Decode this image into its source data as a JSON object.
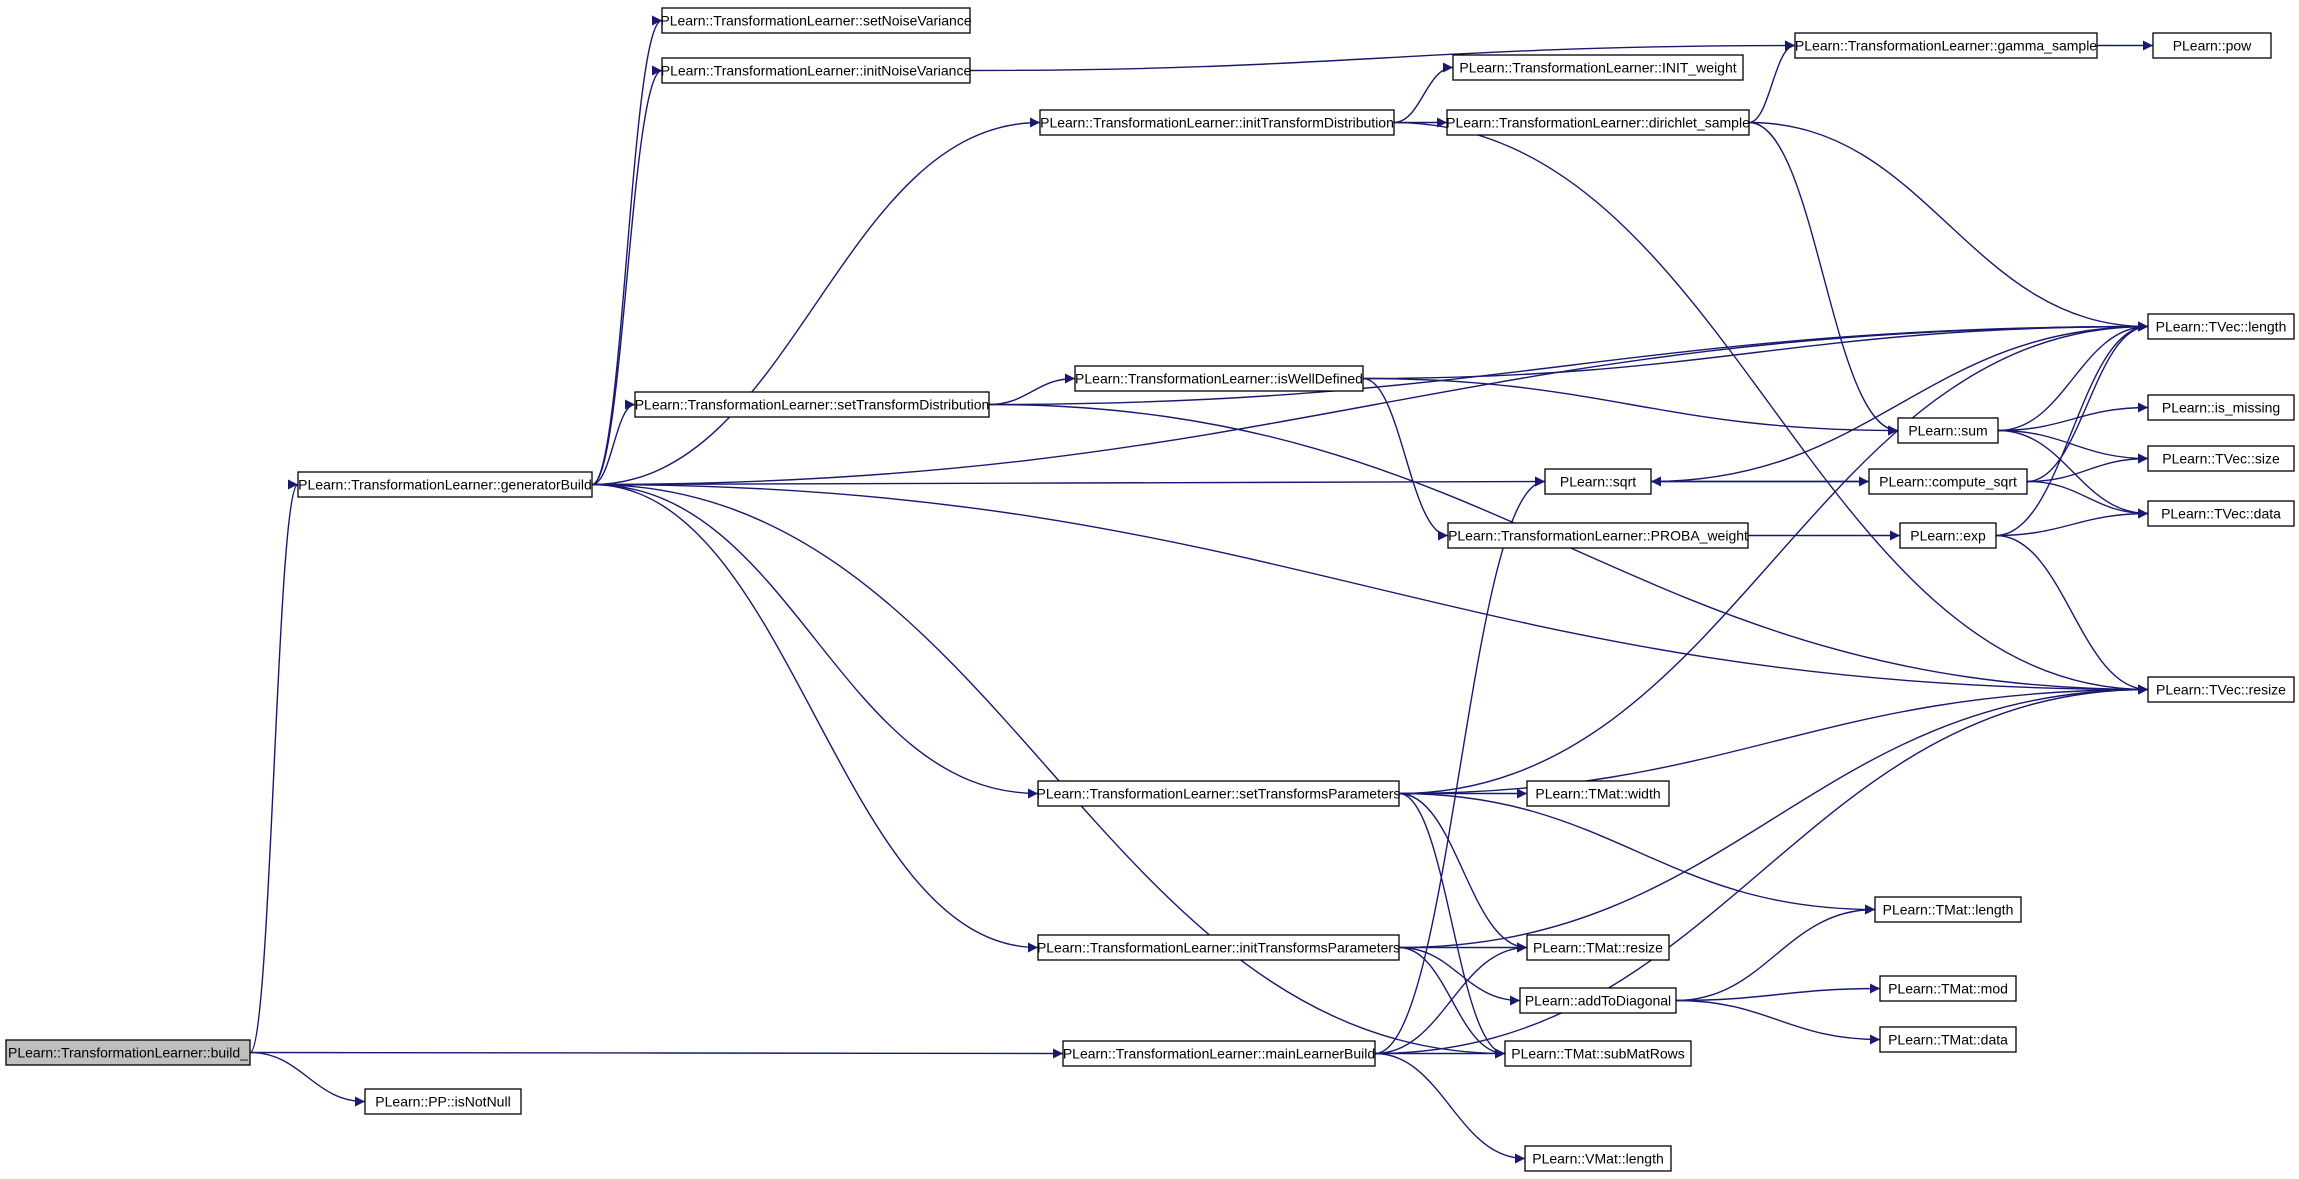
{
  "graph": {
    "colors": {
      "edge": "#191970",
      "node_fill": "#ffffff",
      "root_fill": "#bfbfbf",
      "border": "#000000"
    },
    "nodes": {
      "build": "PLearn::TransformationLearner::build_",
      "generatorBuild": "PLearn::TransformationLearner::generatorBuild",
      "isNotNull": "PLearn::PP::isNotNull",
      "mainLearnerBuild": "PLearn::TransformationLearner::mainLearnerBuild",
      "setNoiseVariance": "PLearn::TransformationLearner::setNoiseVariance",
      "initNoiseVariance": "PLearn::TransformationLearner::initNoiseVariance",
      "initTransformDistribution": "PLearn::TransformationLearner::initTransformDistribution",
      "setTransformDistribution": "PLearn::TransformationLearner::setTransformDistribution",
      "setTransformsParameters": "PLearn::TransformationLearner::setTransformsParameters",
      "initTransformsParameters": "PLearn::TransformationLearner::initTransformsParameters",
      "INIT_weight": "PLearn::TransformationLearner::INIT_weight",
      "dirichlet_sample": "PLearn::TransformationLearner::dirichlet_sample",
      "isWellDefined": "PLearn::TransformationLearner::isWellDefined",
      "PROBA_weight": "PLearn::TransformationLearner::PROBA_weight",
      "gamma_sample": "PLearn::TransformationLearner::gamma_sample",
      "pow": "PLearn::pow",
      "sqrt": "PLearn::sqrt",
      "compute_sqrt": "PLearn::compute_sqrt",
      "sum": "PLearn::sum",
      "exp": "PLearn::exp",
      "tvec_length": "PLearn::TVec::length",
      "is_missing": "PLearn::is_missing",
      "tvec_size": "PLearn::TVec::size",
      "tvec_data": "PLearn::TVec::data",
      "tvec_resize": "PLearn::TVec::resize",
      "tmat_width": "PLearn::TMat::width",
      "tmat_length": "PLearn::TMat::length",
      "tmat_resize": "PLearn::TMat::resize",
      "addToDiagonal": "PLearn::addToDiagonal",
      "tmat_mod": "PLearn::TMat::mod",
      "tmat_data": "PLearn::TMat::data",
      "tmat_subMatRows": "PLearn::TMat::subMatRows",
      "vmat_length": "PLearn::VMat::length"
    },
    "edges": [
      [
        "build",
        "generatorBuild"
      ],
      [
        "build",
        "isNotNull"
      ],
      [
        "build",
        "mainLearnerBuild"
      ],
      [
        "generatorBuild",
        "setNoiseVariance"
      ],
      [
        "generatorBuild",
        "initNoiseVariance"
      ],
      [
        "generatorBuild",
        "initTransformDistribution"
      ],
      [
        "generatorBuild",
        "tvec_length"
      ],
      [
        "generatorBuild",
        "setTransformDistribution"
      ],
      [
        "generatorBuild",
        "sqrt"
      ],
      [
        "generatorBuild",
        "tvec_resize"
      ],
      [
        "generatorBuild",
        "setTransformsParameters"
      ],
      [
        "generatorBuild",
        "initTransformsParameters"
      ],
      [
        "generatorBuild",
        "tmat_subMatRows"
      ],
      [
        "initNoiseVariance",
        "gamma_sample"
      ],
      [
        "gamma_sample",
        "pow"
      ],
      [
        "initTransformDistribution",
        "INIT_weight"
      ],
      [
        "initTransformDistribution",
        "dirichlet_sample"
      ],
      [
        "initTransformDistribution",
        "tvec_resize"
      ],
      [
        "dirichlet_sample",
        "gamma_sample"
      ],
      [
        "dirichlet_sample",
        "tvec_length"
      ],
      [
        "dirichlet_sample",
        "sum"
      ],
      [
        "setTransformDistribution",
        "isWellDefined"
      ],
      [
        "setTransformDistribution",
        "tvec_length"
      ],
      [
        "setTransformDistribution",
        "tvec_resize"
      ],
      [
        "isWellDefined",
        "tvec_length"
      ],
      [
        "isWellDefined",
        "sum"
      ],
      [
        "isWellDefined",
        "PROBA_weight"
      ],
      [
        "PROBA_weight",
        "exp"
      ],
      [
        "sum",
        "tvec_length"
      ],
      [
        "sum",
        "is_missing"
      ],
      [
        "sum",
        "tvec_size"
      ],
      [
        "sum",
        "tvec_data"
      ],
      [
        "sqrt",
        "tvec_length"
      ],
      [
        "sqrt",
        "compute_sqrt"
      ],
      [
        "compute_sqrt",
        "sqrt"
      ],
      [
        "compute_sqrt",
        "tvec_length"
      ],
      [
        "compute_sqrt",
        "tvec_size"
      ],
      [
        "compute_sqrt",
        "tvec_data"
      ],
      [
        "exp",
        "tvec_length"
      ],
      [
        "exp",
        "tvec_data"
      ],
      [
        "exp",
        "tvec_resize"
      ],
      [
        "setTransformsParameters",
        "tvec_length"
      ],
      [
        "setTransformsParameters",
        "tvec_resize"
      ],
      [
        "setTransformsParameters",
        "tmat_width"
      ],
      [
        "setTransformsParameters",
        "tmat_length"
      ],
      [
        "setTransformsParameters",
        "tmat_resize"
      ],
      [
        "setTransformsParameters",
        "tmat_subMatRows"
      ],
      [
        "initTransformsParameters",
        "tvec_resize"
      ],
      [
        "initTransformsParameters",
        "tmat_resize"
      ],
      [
        "initTransformsParameters",
        "addToDiagonal"
      ],
      [
        "initTransformsParameters",
        "tmat_subMatRows"
      ],
      [
        "addToDiagonal",
        "tmat_length"
      ],
      [
        "addToDiagonal",
        "tmat_mod"
      ],
      [
        "addToDiagonal",
        "tmat_data"
      ],
      [
        "mainLearnerBuild",
        "tmat_resize"
      ],
      [
        "mainLearnerBuild",
        "sqrt"
      ],
      [
        "mainLearnerBuild",
        "tmat_subMatRows"
      ],
      [
        "mainLearnerBuild",
        "tvec_resize"
      ],
      [
        "mainLearnerBuild",
        "vmat_length"
      ]
    ]
  }
}
